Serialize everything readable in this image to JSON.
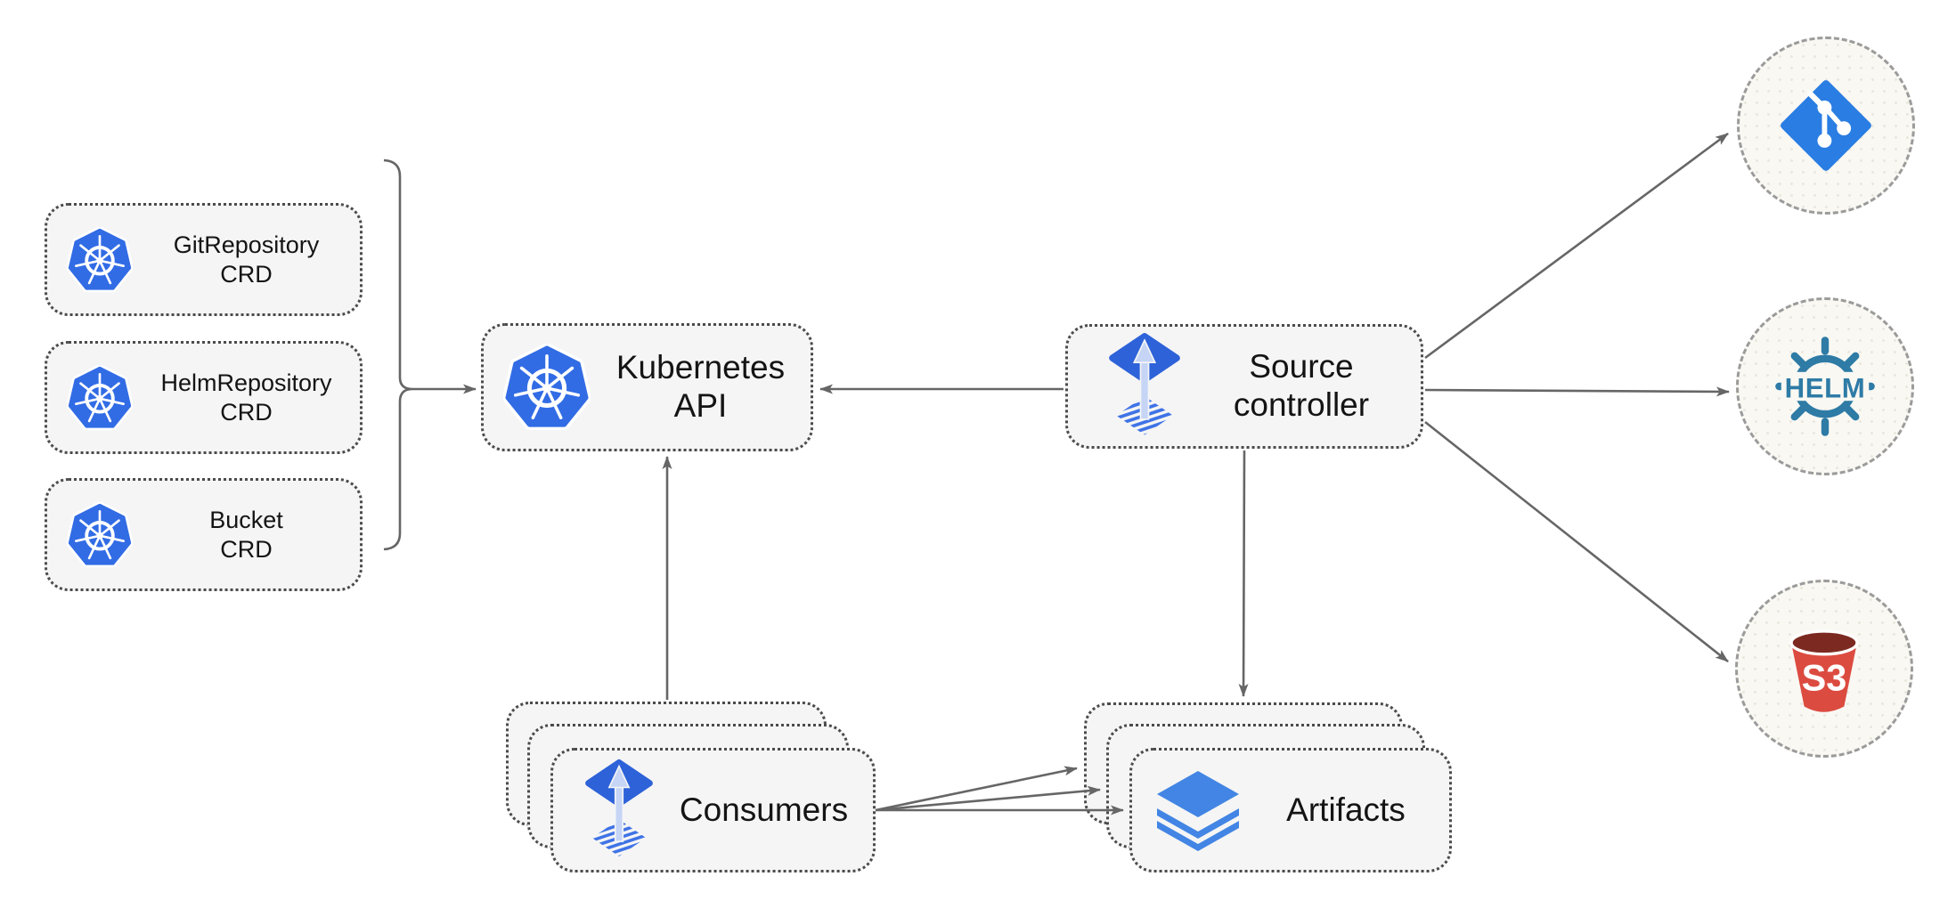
{
  "diagram": {
    "kind": "architecture-diagram",
    "colors": {
      "canvas_bg": "#ffffff",
      "node_fill": "#f5f5f5",
      "node_border": "#4b4b4b",
      "circle_fill": "#f9f8f3",
      "circle_border": "#9b9b9b",
      "arrow": "#666666",
      "text": "#141414",
      "kubernetes_blue": "#326ce5",
      "flux_blue": "#2d62d9",
      "flux_stripe_blue": "#3f73e6",
      "flux_arrow_light": "#c6d5f6",
      "git_blue": "#2a7de2",
      "helm_teal": "#2e7ba6",
      "s3_red": "#dc4b40",
      "s3_dark_red": "#7c2a21",
      "layers_blue": "#4285e4"
    }
  },
  "nodes": {
    "crds": [
      {
        "line1": "GitRepository",
        "line2": "CRD",
        "icon": "kubernetes-icon"
      },
      {
        "line1": "HelmRepository",
        "line2": "CRD",
        "icon": "kubernetes-icon"
      },
      {
        "line1": "Bucket",
        "line2": "CRD",
        "icon": "kubernetes-icon"
      }
    ],
    "kubernetes_api": {
      "label": "Kubernetes API",
      "icon": "kubernetes-icon"
    },
    "source_controller": {
      "line1": "Source",
      "line2": "controller",
      "icon": "flux-icon"
    },
    "consumers": {
      "label": "Consumers",
      "icon": "flux-icon",
      "stack_count": 3
    },
    "artifacts": {
      "label": "Artifacts",
      "icon": "layers-icon",
      "stack_count": 3
    },
    "endpoints": [
      {
        "name": "git",
        "icon": "git-icon"
      },
      {
        "name": "helm",
        "icon": "helm-icon",
        "text": "HELM"
      },
      {
        "name": "s3",
        "icon": "s3-bucket-icon",
        "text": "S3"
      }
    ]
  }
}
